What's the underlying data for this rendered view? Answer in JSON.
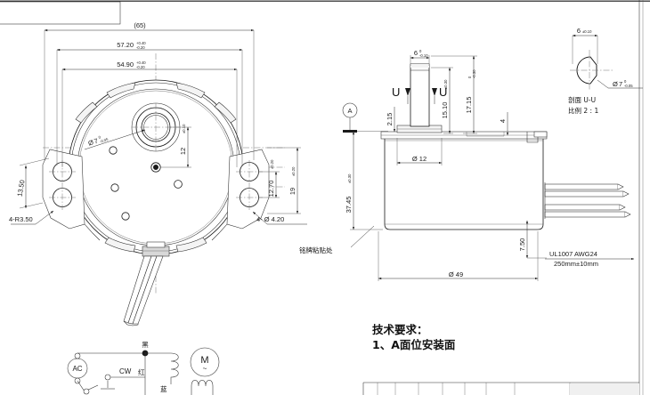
{
  "sheet": {
    "title_block_present": true,
    "background_color": "#ffffff",
    "line_color": "#1a1a1a"
  },
  "front_view": {
    "name": "front-view",
    "dimensions": {
      "overall_bracket_span": "(65)",
      "mount_hole_span_outer": "57.20",
      "mount_hole_span_outer_tol_plus": "+0.40",
      "mount_hole_span_outer_tol_minus": "-0.20",
      "mount_hole_span_inner": "54.90",
      "mount_hole_span_inner_tol_plus": "+0.40",
      "mount_hole_span_inner_tol_minus": "-0.20",
      "shaft_bore": "7",
      "shaft_bore_tol_plus": "0",
      "shaft_bore_tol_minus": "-0.05",
      "shaft_offset_vertical": "12",
      "shaft_offset_vertical_tol": "±0.10",
      "tab_hole_pitch": "12.70",
      "tab_hole_pitch_tol": "±0.20",
      "tab_span_vertical": "19",
      "tab_span_vertical_tol": "±0.20",
      "tab_height": "13.50",
      "corner_radius_note": "4-R3.50",
      "mount_hole_note": "4- Ø 4.20"
    },
    "annotations": {
      "nameplate_note": "铭牌粘贴处"
    }
  },
  "side_view": {
    "name": "side-view",
    "datum_label": "A",
    "dimensions": {
      "shaft_diameter_flat": "6",
      "shaft_diameter_flat_tol_plus": "0",
      "shaft_diameter_flat_tol_minus": "-0.10",
      "shaft_length_to_boss": "15.10",
      "shaft_length_to_boss_tol": "±0.30",
      "shaft_total_height": "17.15",
      "shaft_total_height_tol_plus": "0",
      "shaft_total_height_tol_minus": "-0.30",
      "flange_thickness": "2.15",
      "boss_diameter": "Ø 12",
      "body_height": "37.45",
      "body_height_tol": "±0.30",
      "body_diameter": "Ø 49",
      "lead_exit_height": "7.50",
      "step_height": "4"
    },
    "section_marks": {
      "left": "U",
      "right": "U"
    },
    "wire_spec": {
      "line1": "UL1007  AWG24",
      "line2": "250mm±10mm"
    }
  },
  "section_detail": {
    "name": "section-u-u",
    "title_line1": "剖面 U-U",
    "title_line2": "比例 2 : 1",
    "flat_width": "6",
    "flat_width_tol": "±0.10",
    "shaft_diameter": "7",
    "shaft_diameter_tol_plus": "0",
    "shaft_diameter_tol_minus": "-0.05"
  },
  "technical_requirements": {
    "heading": "技术要求：",
    "items": [
      "1、A面位安装面"
    ]
  },
  "wiring_diagram": {
    "name": "wiring-diagram",
    "source_label": "AC",
    "motor_label": "M",
    "motor_sublabel": "~",
    "switch_label": "CW",
    "wire_red": "红",
    "wire_black": "黑",
    "wire_blue": "蓝"
  }
}
